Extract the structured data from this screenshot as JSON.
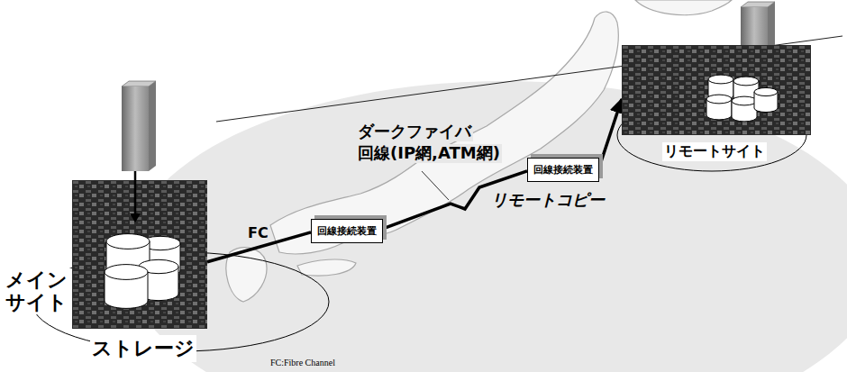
{
  "diagram": {
    "nodes": [
      {
        "text": [
          "ストレージ"
        ]
      },
      {
        "text": [
          "回線接続装置"
        ]
      },
      {
        "text": [
          "回線接続装置"
        ]
      },
      {
        "text": [
          "リモートサイト"
        ]
      }
    ],
    "edges": [
      {
        "from": 0,
        "to": 1,
        "arrow": "none",
        "label": "FC"
      },
      {
        "from": 1,
        "to": 2,
        "arrow": "none",
        "label": "リモートコピー"
      },
      {
        "from": 2,
        "to": 3,
        "arrow": "to"
      }
    ],
    "labels": [
      "メイン サイト",
      "ダークファイバ",
      "回線(IP網,ATM網)",
      "FC:Fibre Channel"
    ]
  }
}
